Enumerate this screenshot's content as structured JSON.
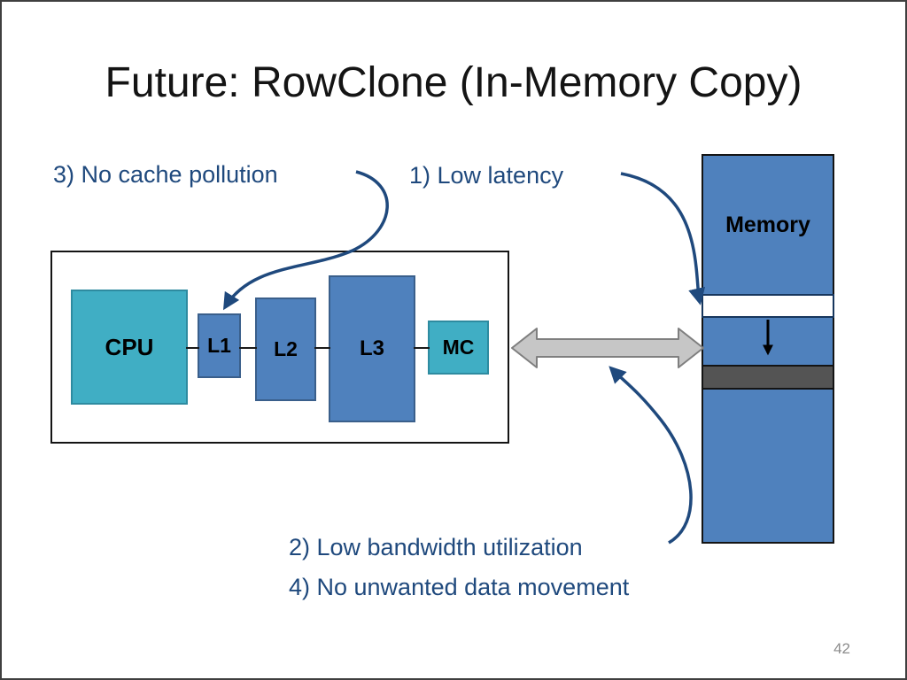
{
  "slide": {
    "title": "Future: RowClone (In-Memory Copy)",
    "page_number": "42"
  },
  "annotations": {
    "cache_pollution": "3) No cache pollution",
    "low_latency": "1) Low latency",
    "low_bandwidth": "2) Low bandwidth utilization",
    "no_unwanted_movement": "4) No unwanted data movement"
  },
  "diagram": {
    "chip": {
      "cpu": "CPU",
      "l1": "L1",
      "l2": "L2",
      "l3": "L3",
      "mc": "MC"
    },
    "memory": {
      "label": "Memory"
    }
  },
  "colors": {
    "teal_box": "#40AEC4",
    "blue_box": "#4F81BD",
    "annotation_blue": "#1F497D",
    "memory_dest_row": "#545454",
    "bus_arrow_gray": "#C6C6C6",
    "page_number_gray": "#8C8C8C",
    "title_black": "#141414"
  }
}
